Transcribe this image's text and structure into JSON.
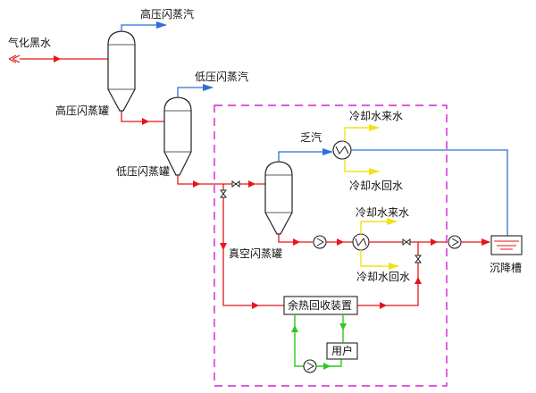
{
  "labels": {
    "inlet": "气化黑水",
    "hp_steam": "高压闪蒸汽",
    "hp_tank": "高压闪蒸罐",
    "lp_steam": "低压闪蒸汽",
    "lp_tank": "低压闪蒸罐",
    "exhaust_steam": "乏汽",
    "cw_in_1": "冷却水来水",
    "cw_out_1": "冷却水回水",
    "cw_in_2": "冷却水来水",
    "cw_out_2": "冷却水回水",
    "vac_tank": "真空闪蒸罐",
    "settler": "沉降槽",
    "heat_recovery": "余热回收装置",
    "user": "用户"
  },
  "colors": {
    "process_water": "#e4161b",
    "steam": "#2e6fd6",
    "cooling_water": "#f2e11a",
    "heat_loop": "#2fc81f",
    "boundary": "#d61fd6"
  },
  "icons": [
    "heat-exchanger-icon",
    "pump-icon",
    "valve-icon",
    "arrow-icon"
  ]
}
